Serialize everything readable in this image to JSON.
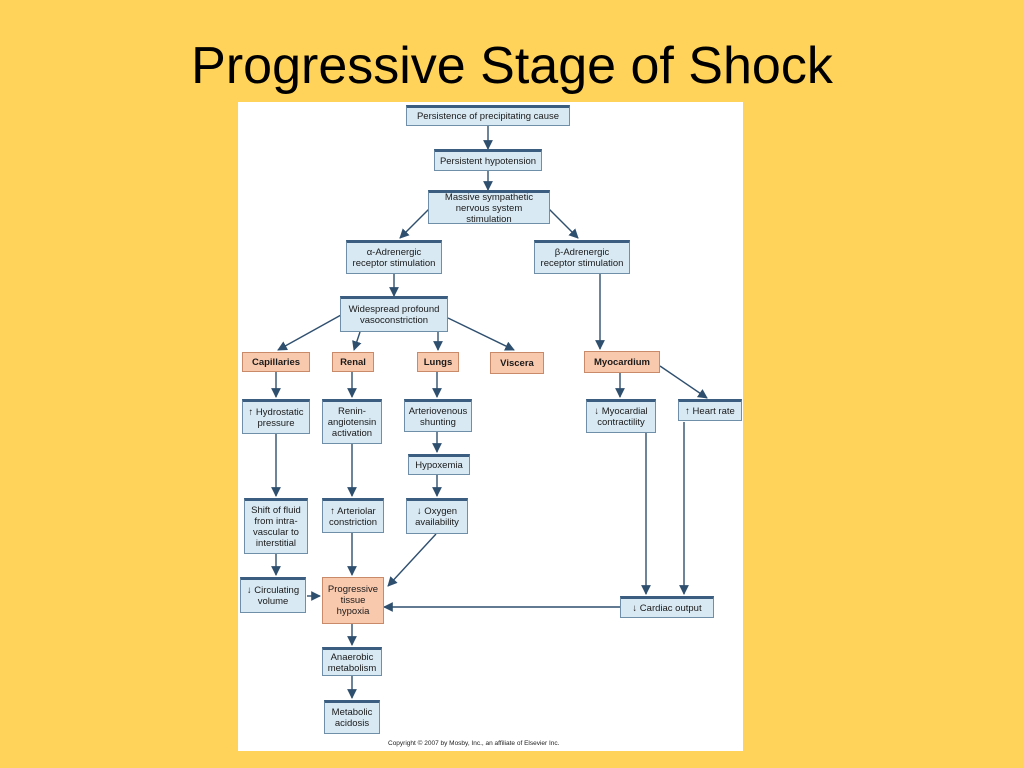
{
  "slide": {
    "title": "Progressive Stage of Shock"
  },
  "diagram": {
    "nodes": {
      "persistence": "Persistence of precipitating cause",
      "hypotension": "Persistent hypotension",
      "sympathetic": "Massive sympathetic\nnervous system stimulation",
      "alpha": "α-Adrenergic\nreceptor stimulation",
      "beta": "β-Adrenergic\nreceptor stimulation",
      "vasoconstriction": "Widespread profound\nvasoconstriction",
      "capillaries": "Capillaries",
      "renal": "Renal",
      "lungs": "Lungs",
      "viscera": "Viscera",
      "myocardium": "Myocardium",
      "hydrostatic": "↑ Hydrostatic\npressure",
      "renin": "Renin-\nangiotensin\nactivation",
      "arteriovenous": "Arteriovenous\nshunting",
      "contractility": "↓ Myocardial\ncontractility",
      "heart_rate": "↑ Heart rate",
      "hypoxemia": "Hypoxemia",
      "shift_fluid": "Shift of fluid\nfrom intra-\nvascular to\ninterstitial",
      "arteriolar": "↑ Arteriolar\nconstriction",
      "oxygen": "↓ Oxygen\navailability",
      "circulating": "↓ Circulating\nvolume",
      "hypoxia": "Progressive\ntissue\nhypoxia",
      "cardiac_output": "↓ Cardiac output",
      "anaerobic": "Anaerobic\nmetabolism",
      "acidosis": "Metabolic\nacidosis"
    },
    "copyright": "Copyright © 2007 by Mosby, Inc., an affiliate of Elsevier Inc."
  }
}
